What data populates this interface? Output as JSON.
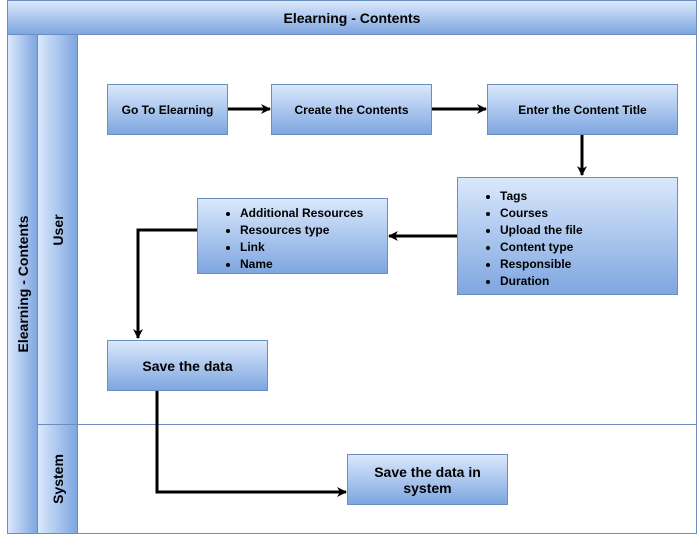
{
  "title": "Elearning - Contents",
  "pool_label": "Elearning - Contents",
  "lanes": {
    "user": "User",
    "system": "System"
  },
  "nodes": {
    "go_to_elearning": "Go To Elearning",
    "create_contents": "Create the Contents",
    "enter_title": "Enter the Content Title",
    "content_fields": [
      "Tags",
      "Courses",
      "Upload the file",
      "Content type",
      "Responsible",
      "Duration"
    ],
    "resource_fields": [
      "Additional Resources",
      "Resources type",
      "Link",
      "Name"
    ],
    "save_data": "Save the data",
    "save_data_system": "Save the data in system"
  },
  "colors": {
    "fill_top": "#dae8fc",
    "fill_bottom": "#7ea6e0",
    "stroke": "#6c8ebf",
    "edge": "#000000"
  }
}
